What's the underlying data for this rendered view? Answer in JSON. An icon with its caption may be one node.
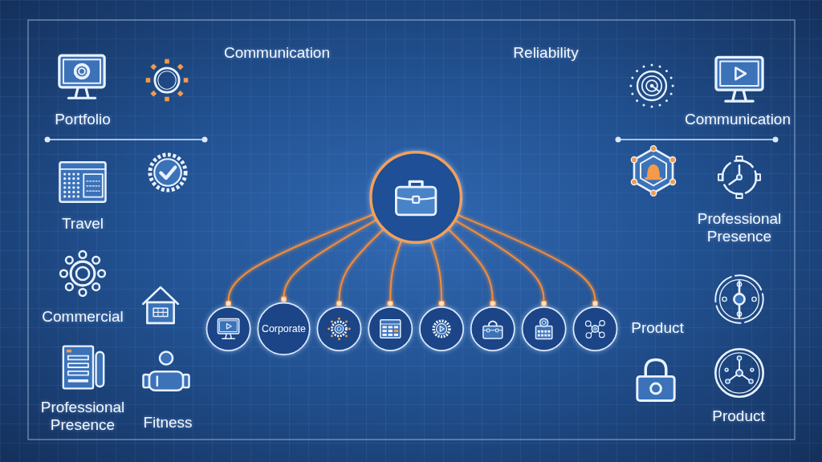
{
  "diagram": {
    "nodes": [
      {
        "text": [],
        "shape": "circle"
      },
      {
        "text": [
          "Corporate"
        ]
      },
      {
        "text": [],
        "shape": "circle"
      },
      {
        "text": [],
        "shape": "circle"
      },
      {
        "text": [],
        "shape": "circle"
      },
      {
        "text": [],
        "shape": "circle"
      },
      {
        "text": [],
        "shape": "circle"
      },
      {
        "text": [],
        "shape": "circle"
      },
      {
        "text": [],
        "shape": "circle"
      }
    ],
    "edges": [
      {
        "from": 4,
        "to": 0,
        "arrow": "other"
      },
      {
        "from": 4,
        "to": 1,
        "arrow": "other"
      },
      {
        "from": 4,
        "to": 2,
        "arrow": "other"
      },
      {
        "from": 4,
        "to": 3,
        "arrow": "other"
      },
      {
        "from": 4,
        "to": 5,
        "arrow": "other"
      },
      {
        "from": 4,
        "to": 6,
        "arrow": "other"
      },
      {
        "from": 4,
        "to": 7,
        "arrow": "other"
      },
      {
        "from": 4,
        "to": 8,
        "arrow": "other"
      }
    ],
    "labels": [
      "Communication",
      "Reliability",
      "Portfolio",
      "Communication",
      "Travel",
      "Professional Presence",
      "Commercial",
      "Product",
      "Professional Presence",
      "Fitness",
      "Product"
    ]
  }
}
